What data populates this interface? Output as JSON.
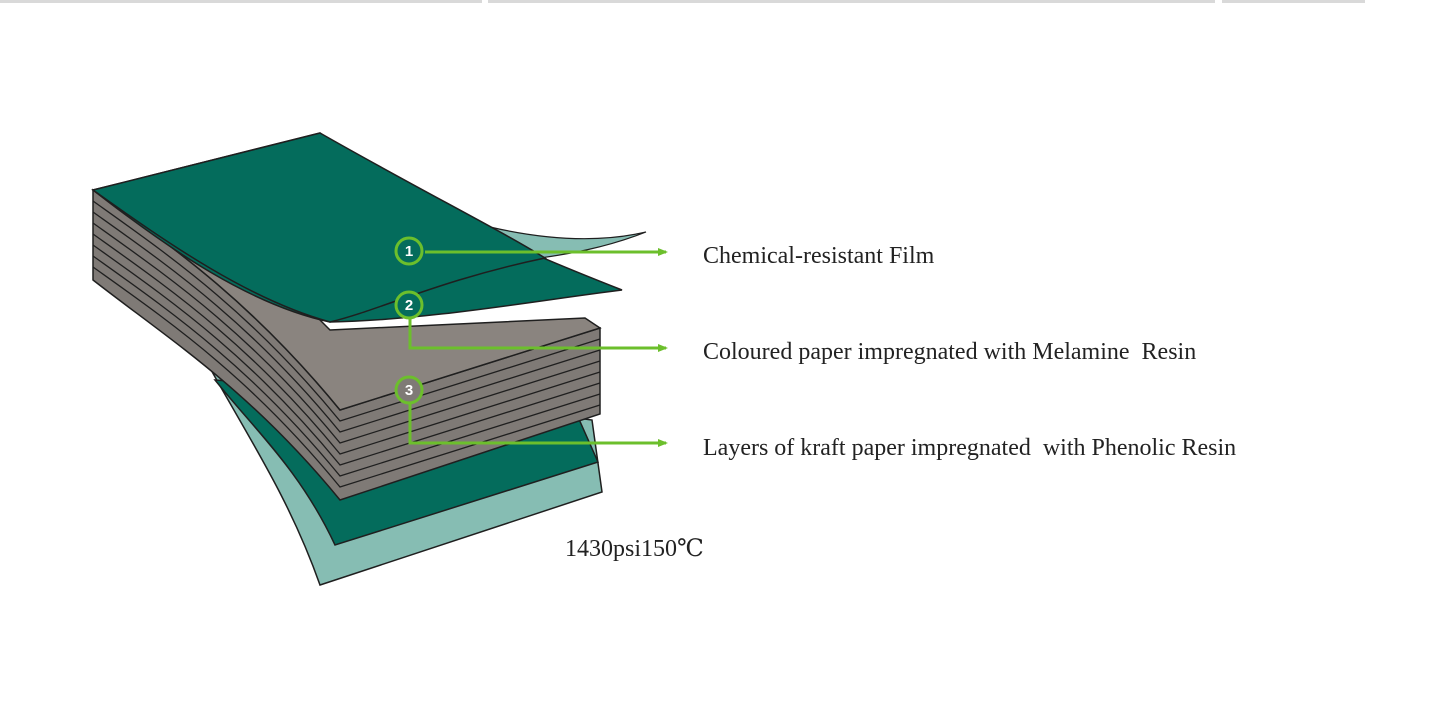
{
  "colors": {
    "film_green": "#046c5c",
    "light_teal": "#86bdb3",
    "kraft_gray": "#7f7a76",
    "leader_green": "#6cbf2c",
    "outline": "#1f1f1f"
  },
  "layers": [
    {
      "number": "1",
      "label": "Chemical-resistant Film"
    },
    {
      "number": "2",
      "label": "Coloured paper impregnated with Melamine  Resin"
    },
    {
      "number": "3",
      "label": "Layers of kraft paper impregnated  with Phenolic Resin"
    }
  ],
  "press_conditions": "1430psi150℃"
}
